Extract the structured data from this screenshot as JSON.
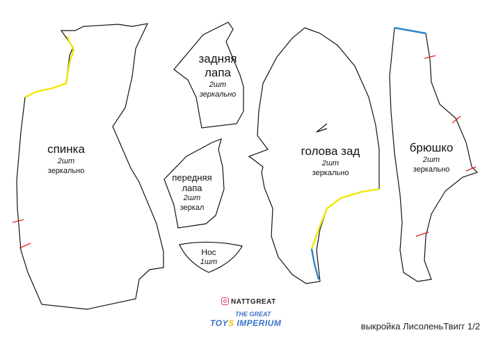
{
  "pieces": {
    "back": {
      "name": "спинка",
      "qty": "2шт",
      "note": "зеркально"
    },
    "hind_paw": {
      "name1": "задняя",
      "name2": "лапа",
      "qty": "2шт",
      "note": "зеркально"
    },
    "front_paw": {
      "name1": "передняя",
      "name2": "лапа",
      "qty": "2шт",
      "note": "зеркал"
    },
    "nose": {
      "name": "Нос",
      "qty": "1шт"
    },
    "head_back": {
      "name": "голова зад",
      "qty": "2шт",
      "note": "зеркально"
    },
    "belly": {
      "name": "брюшко",
      "qty": "2шт",
      "note": "зеркально"
    }
  },
  "brand": {
    "instagram": "NATTGREAT",
    "logo_line1": "THE GREAT",
    "logo_toys_a": "TOY",
    "logo_toys_b": "S",
    "logo_imperium": "IMPERIUM"
  },
  "footer": {
    "caption": "выкройка ЛисоленьТвигг 1/2"
  },
  "colors": {
    "outline": "#111111",
    "yellow_seam": "#f2e600",
    "blue_seam": "#2a86c9",
    "red_mark": "#e0201a"
  }
}
